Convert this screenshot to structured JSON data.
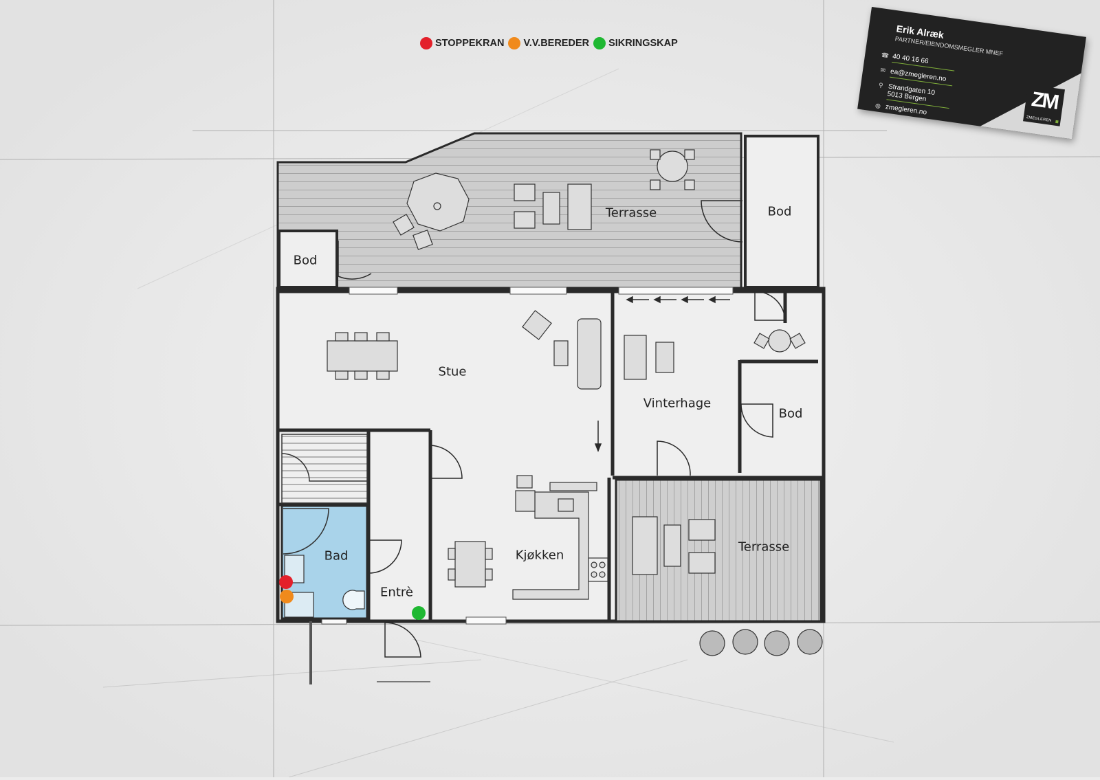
{
  "legend": [
    {
      "label": "STOPPEKRAN",
      "color": "#e3202a"
    },
    {
      "label": "V.V.BEREDER",
      "color": "#f08a1c"
    },
    {
      "label": "SIKRINGSKAP",
      "color": "#1fb832"
    }
  ],
  "rooms": {
    "terrasse_top": "Terrasse",
    "bod_top_left": "Bod",
    "bod_top_right": "Bod",
    "stue": "Stue",
    "vinterhage": "Vinterhage",
    "bod_mid_right": "Bod",
    "bad": "Bad",
    "entre": "Entrè",
    "kjokken": "Kjøkken",
    "terrasse_bottom": "Terrasse"
  },
  "card": {
    "name": "Erik Alræk",
    "title": "PARTNER/EIENDOMSMEGLER MNEF",
    "phone": "40 40 16 66",
    "email": "ea@zmegleren.no",
    "address_line1": "Strandgaten 10",
    "address_line2": "5013 Bergen",
    "web": "zmegleren.no",
    "logo_mark": "ZM",
    "logo_text": "ZMEGLEREN"
  },
  "colors": {
    "bath_fill": "#a9d3ea",
    "deck_fill": "#cfcfcf",
    "wall": "#2a2a2a",
    "card_accent": "#7fae3a"
  }
}
